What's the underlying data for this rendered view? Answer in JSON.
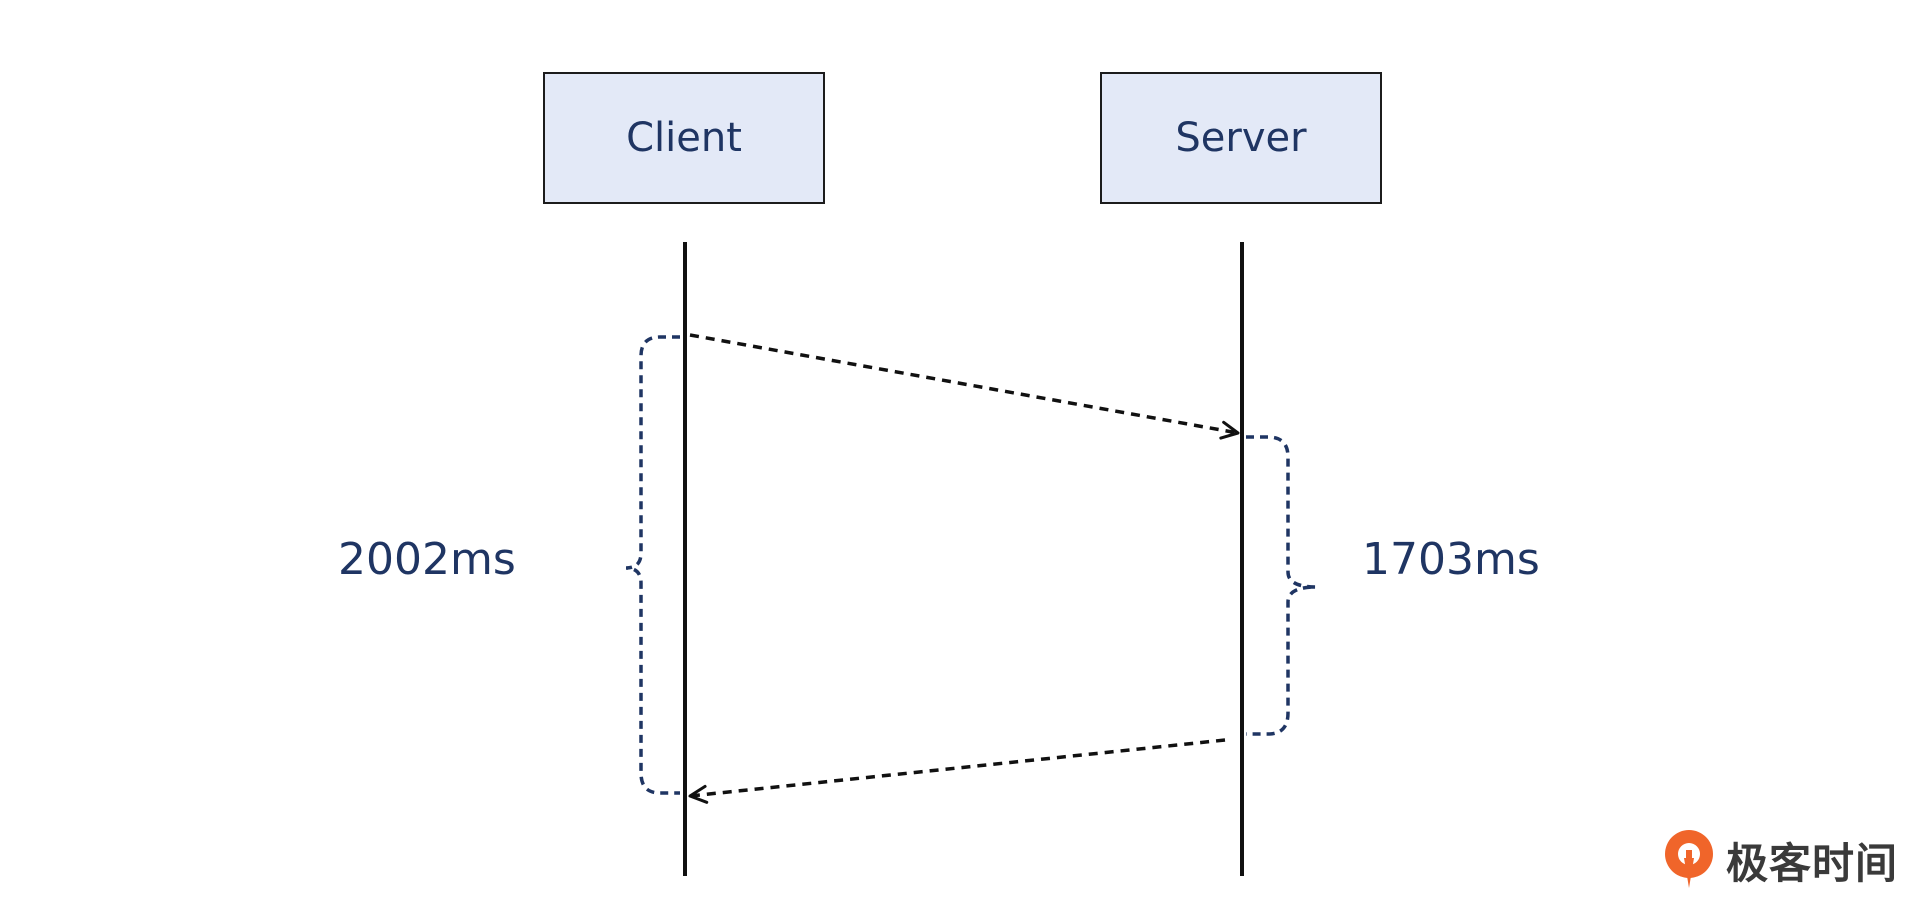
{
  "actors": {
    "client": "Client",
    "server": "Server"
  },
  "durations": {
    "client": "2002ms",
    "server": "1703ms"
  },
  "logo": {
    "text": "极客时间"
  },
  "colors": {
    "box_fill": "#e3e9f7",
    "label_text": "#1f3563",
    "brace": "#1f3563",
    "arrow": "#111111",
    "logo_accent": "#f0652a"
  }
}
